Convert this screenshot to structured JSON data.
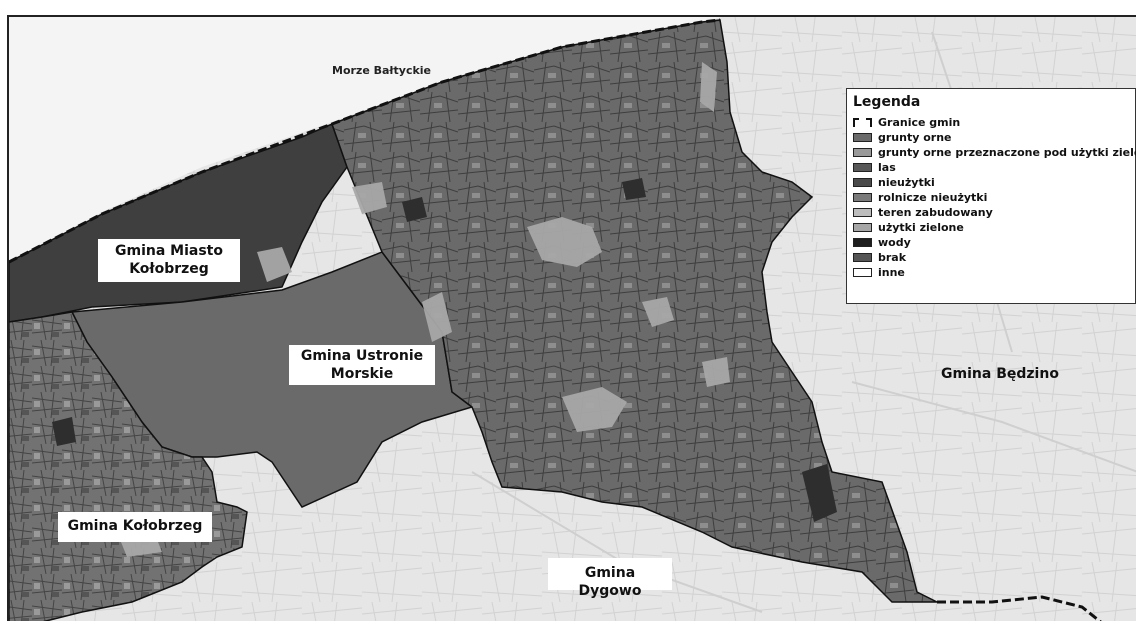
{
  "map": {
    "sea_label": "Morze Bałtyckie",
    "gminy": {
      "miasto_kolobrzeg": "Gmina Miasto Kołobrzeg",
      "ustronie_morskie": "Gmina Ustronie Morskie",
      "kolobrzeg": "Gmina Kołobrzeg",
      "dygowo": "Gmina Dygowo",
      "bedzino": "Gmina Będzino"
    }
  },
  "legend": {
    "title": "Legenda",
    "items": [
      {
        "label": "Granice gmin",
        "swatch": "boundary",
        "color": "#111111"
      },
      {
        "label": "grunty orne",
        "swatch": "fill",
        "color": "#6b6b6b"
      },
      {
        "label": "grunty orne przeznaczone pod użytki zielone",
        "swatch": "fill",
        "color": "#9a9a9a"
      },
      {
        "label": "las",
        "swatch": "fill",
        "color": "#585858"
      },
      {
        "label": "nieużytki",
        "swatch": "fill",
        "color": "#4a4a4a"
      },
      {
        "label": "rolnicze nieużytki",
        "swatch": "fill",
        "color": "#7a7a7a"
      },
      {
        "label": "teren zabudowany",
        "swatch": "fill",
        "color": "#bdbdbd"
      },
      {
        "label": "użytki zielone",
        "swatch": "fill",
        "color": "#a6a6a6"
      },
      {
        "label": "wody",
        "swatch": "fill",
        "color": "#1e1e1e"
      },
      {
        "label": "brak",
        "swatch": "fill",
        "color": "#555555"
      },
      {
        "label": "inne",
        "swatch": "fill",
        "color": "#ffffff"
      }
    ]
  }
}
